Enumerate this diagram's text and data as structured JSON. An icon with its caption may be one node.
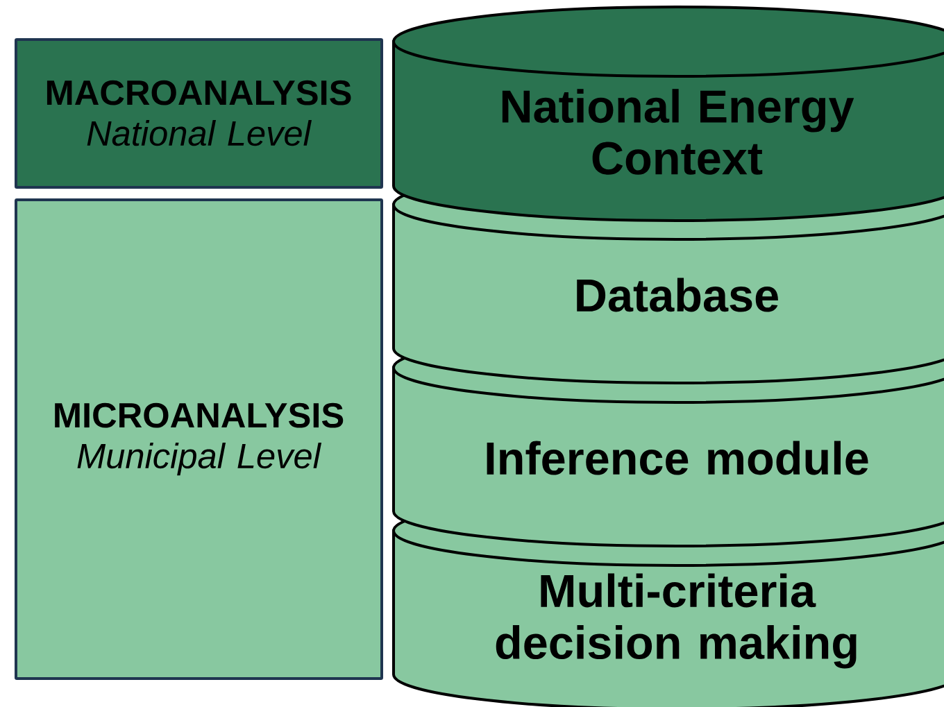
{
  "diagram": {
    "nodes": [
      {
        "text": [
          "MACROANALYSIS",
          "National Level"
        ]
      },
      {
        "text": [
          "MICROANALYSIS",
          "Municipal Level"
        ]
      },
      {
        "text": [
          "National Energy Context"
        ]
      },
      {
        "text": [
          "Database"
        ]
      },
      {
        "text": [
          "Inference module"
        ]
      },
      {
        "text": [
          "Multi-criteria decision making"
        ]
      }
    ]
  }
}
